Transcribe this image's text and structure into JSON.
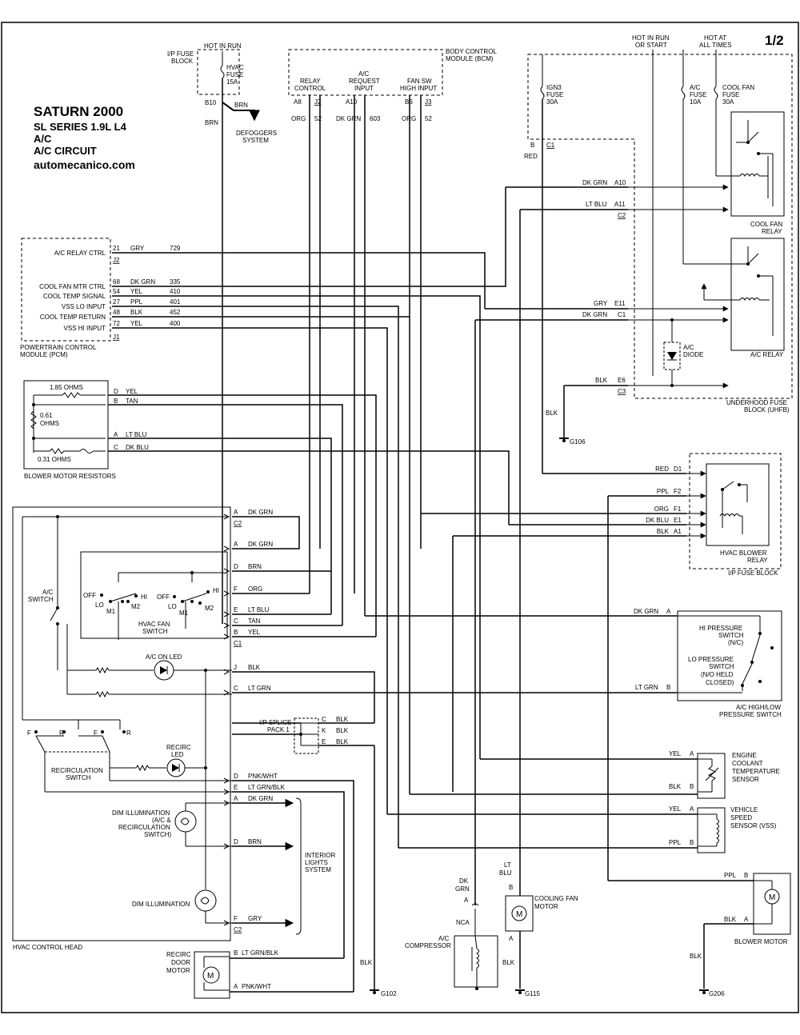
{
  "header": {
    "page": "1/2",
    "title": "SATURN 2000",
    "series": "SL SERIES   1.9L  L4",
    "system": "A/C",
    "circuit": "A/C CIRCUIT",
    "site": "automecanico.com"
  },
  "ip_fuse_block_top": {
    "label_1": "I/P FUSE",
    "label_2": "BLOCK",
    "hot_in_run": "HOT IN RUN",
    "fuse_1": "HVAC",
    "fuse_2": "FUSE",
    "fuse_3": "15A",
    "pin": "B10",
    "wire_1": "BRN",
    "wire_2": "BRN",
    "defoggers_1": "DEFOGGERS",
    "defoggers_2": "SYSTEM"
  },
  "bcm": {
    "label_1": "BODY CONTROL",
    "label_2": "MODULE (BCM)",
    "relay_control_1": "RELAY",
    "relay_control_2": "CONTROL",
    "ac_request_1": "A/C",
    "ac_request_2": "REQUEST",
    "ac_request_3": "INPUT",
    "fan_sw_1": "FAN SW",
    "fan_sw_2": "HIGH INPUT",
    "pin_a8": "A8",
    "conn_j2": "J2",
    "pin_a10": "A10",
    "pin_b6": "B6",
    "conn_j3": "J3",
    "w_org1": "ORG",
    "w_52a": "52",
    "w_dkgrn": "DK GRN",
    "w_603": "603",
    "w_org2": "ORG",
    "w_52b": "52"
  },
  "uhfb": {
    "hot_run_start_1": "HOT IN RUN",
    "hot_run_start_2": "OR START",
    "hot_all_1": "HOT AT",
    "hot_all_2": "ALL TIMES",
    "ign3_1": "IGN3",
    "ign3_2": "FUSE",
    "ign3_3": "30A",
    "ac_fuse_1": "A/C",
    "ac_fuse_2": "FUSE",
    "ac_fuse_3": "10A",
    "cool_fuse_1": "COOL FAN",
    "cool_fuse_2": "FUSE",
    "cool_fuse_3": "30A",
    "pin_b": "B",
    "conn_c1": "C1",
    "red": "RED",
    "dkgrn_a10": "DK GRN",
    "pin_a10": "A10",
    "ltblu_a11": "LT BLU",
    "pin_a11": "A11",
    "conn_c2": "C2",
    "cool_relay_1": "COOL FAN",
    "cool_relay_2": "RELAY",
    "gry_e11": "GRY",
    "pin_e11": "E11",
    "dkgrn_c1": "DK GRN",
    "pin_c1": "C1",
    "ac_diode_1": "A/C",
    "ac_diode_2": "DIODE",
    "ac_relay": "A/C RELAY",
    "blk_e6": "BLK",
    "pin_e6": "E6",
    "conn_c3": "C3",
    "uhfb_1": "UNDERHOOD FUSE",
    "uhfb_2": "BLOCK (UHFB)",
    "blk": "BLK",
    "g106": "G106"
  },
  "pcm": {
    "label_1": "POWERTRAIN CONTROL",
    "label_2": "MODULE (PCM)",
    "rows": [
      {
        "name": "A/C RELAY CTRL",
        "pin": "21",
        "color": "GRY",
        "circuit": "729"
      },
      {
        "name": "COOL FAN MTR CTRL",
        "pin": "68",
        "color": "DK GRN",
        "circuit": "335"
      },
      {
        "name": "COOL TEMP SIGNAL",
        "pin": "54",
        "color": "YEL",
        "circuit": "410"
      },
      {
        "name": "VSS LO INPUT",
        "pin": "27",
        "color": "PPL",
        "circuit": "401"
      },
      {
        "name": "COOL TEMP RETURN",
        "pin": "48",
        "color": "BLK",
        "circuit": "452"
      },
      {
        "name": "VSS HI INPUT",
        "pin": "72",
        "color": "YEL",
        "circuit": "400"
      }
    ],
    "conn_j2": "J2",
    "conn_j1": "J1"
  },
  "blower_resistors": {
    "label": "BLOWER MOTOR RESISTORS",
    "r1": "1.85 OHMS",
    "r2_1": "0.61",
    "r2_2": "OHMS",
    "r3": "0.31 OHMS",
    "pins": [
      {
        "pin": "D",
        "color": "YEL"
      },
      {
        "pin": "B",
        "color": "TAN"
      },
      {
        "pin": "A",
        "color": "LT BLU"
      },
      {
        "pin": "C",
        "color": "DK BLU"
      }
    ]
  },
  "blower_relay": {
    "pins": [
      {
        "color": "RED",
        "pin": "D1"
      },
      {
        "color": "PPL",
        "pin": "F2"
      },
      {
        "color": "ORG",
        "pin": "F1"
      },
      {
        "color": "DK BLU",
        "pin": "E1"
      },
      {
        "color": "BLK",
        "pin": "A1"
      }
    ],
    "label_1": "HVAC BLOWER",
    "label_2": "RELAY",
    "block": "I/P FUSE BLOCK"
  },
  "hvac_head": {
    "label": "HVAC CONTROL HEAD",
    "ac_switch_1": "A/C",
    "ac_switch_2": "SWITCH",
    "fan_switch_1": "HVAC FAN",
    "fan_switch_2": "SWITCH",
    "off1": "OFF",
    "hi1": "HI",
    "lo1": "LO",
    "m1a": "M1",
    "m2a": "M2",
    "off2": "OFF",
    "hi2": "HI",
    "lo2": "LO",
    "m1b": "M1",
    "m2b": "M2",
    "ac_led": "A/C ON LED",
    "recirc_led_1": "RECIRC",
    "recirc_led_2": "LED",
    "recirc_switch_1": "RECIRCULATION",
    "recirc_switch_2": "SWITCH",
    "f1": "F",
    "r1": "R",
    "f2": "F",
    "r2": "R",
    "dim1_1": "DIM ILLUMINATION",
    "dim1_2": "(A/C &",
    "dim1_3": "RECIRCULATION",
    "dim1_4": "SWITCH)",
    "dim2": "DIM ILLUMINATION",
    "pins": [
      {
        "pin": "A",
        "color": "DK GRN"
      },
      {
        "pin": "C2",
        "color": ""
      },
      {
        "pin": "A",
        "color": "DK GRN"
      },
      {
        "pin": "D",
        "color": "BRN"
      },
      {
        "pin": "F",
        "color": "ORG"
      },
      {
        "pin": "E",
        "color": "LT BLU"
      },
      {
        "pin": "C",
        "color": "TAN"
      },
      {
        "pin": "B",
        "color": "YEL"
      },
      {
        "pin": "C1",
        "color": ""
      },
      {
        "pin": "J",
        "color": "BLK"
      },
      {
        "pin": "C",
        "color": "LT GRN"
      },
      {
        "pin": "D",
        "color": "PNK/WHT"
      },
      {
        "pin": "E",
        "color": "LT GRN/BLK"
      },
      {
        "pin": "A",
        "color": "DK GRN"
      },
      {
        "pin": "D",
        "color": "BRN"
      },
      {
        "pin": "F",
        "color": "GRY"
      },
      {
        "pin": "C2",
        "color": ""
      }
    ],
    "interior_1": "INTERIOR",
    "interior_2": "LIGHTS",
    "interior_3": "SYSTEM"
  },
  "splice": {
    "label_1": "I/P SPLICE",
    "label_2": "PACK 1",
    "pins": [
      {
        "pin": "C",
        "color": "BLK"
      },
      {
        "pin": "K",
        "color": "BLK"
      },
      {
        "pin": "E",
        "color": "BLK"
      }
    ]
  },
  "pressure_switch": {
    "dkgrn": "DK GRN",
    "pin_a": "A",
    "hi_1": "HI PRESSURE",
    "hi_2": "SWITCH",
    "hi_3": "(N/C)",
    "lo_1": "LO PRESSURE",
    "lo_2": "SWITCH",
    "lo_3": "(N/O HELD",
    "lo_4": "CLOSED)",
    "ltgrn": "LT GRN",
    "pin_b": "B",
    "label_1": "A/C HIGH/LOW",
    "label_2": "PRESSURE SWITCH"
  },
  "ect": {
    "yel": "YEL",
    "pin_a": "A",
    "blk": "BLK",
    "pin_b": "B",
    "l1": "ENGINE",
    "l2": "COOLANT",
    "l3": "TEMPERATURE",
    "l4": "SENSOR"
  },
  "vss": {
    "yel": "YEL",
    "pin_a": "A",
    "ppl": "PPL",
    "pin_b": "B",
    "l1": "VEHICLE",
    "l2": "SPEED",
    "l3": "SENSOR (VSS)"
  },
  "compressor": {
    "dk": "DK",
    "grn": "GRN",
    "pin_a": "A",
    "nca": "NCA",
    "l1": "A/C",
    "l2": "COMPRESSOR"
  },
  "cooling_fan": {
    "lt": "LT",
    "blu": "BLU",
    "pin_b": "B",
    "pin_a": "A",
    "l1": "COOLING FAN",
    "l2": "MOTOR",
    "blk": "BLK",
    "g115": "G115"
  },
  "blower_motor": {
    "ppl": "PPL",
    "pin_b": "B",
    "blk": "BLK",
    "pin_a": "A",
    "label": "BLOWER MOTOR",
    "blk2": "BLK",
    "g206": "G206"
  },
  "recirc_motor": {
    "l1": "RECIRC",
    "l2": "DOOR",
    "l3": "MOTOR",
    "pin_b": "B",
    "c_b": "LT GRN/BLK",
    "pin_a": "A",
    "c_a": "PNK/WHT",
    "blk": "BLK",
    "g102": "G102"
  }
}
